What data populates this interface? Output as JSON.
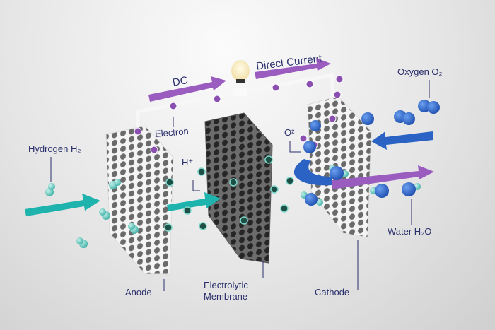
{
  "labels": {
    "dc": "DC",
    "direct_current": "Direct Current",
    "oxygen": "Oxygen O₂",
    "electron": "Electron",
    "hydrogen_ion": "H⁺",
    "oxide_ion": "O²⁻",
    "hydrogen": "Hydrogen H₂",
    "anode": "Anode",
    "membrane_line1": "Electrolytic",
    "membrane_line2": "Membrane",
    "cathode": "Cathode",
    "water": "Water H₂O"
  },
  "colors": {
    "text": "#2a2f6b",
    "flow_arrow_hydrogen": "#1fb3ad",
    "current_arrow": "#9b5cc0",
    "oxygen_arrow": "#2a63c4",
    "electron": "#8a4fb0",
    "hydrogen_atom": "#7fd6cc",
    "oxygen_atom": "#2f6fd6",
    "proton": "#1f6b55"
  }
}
